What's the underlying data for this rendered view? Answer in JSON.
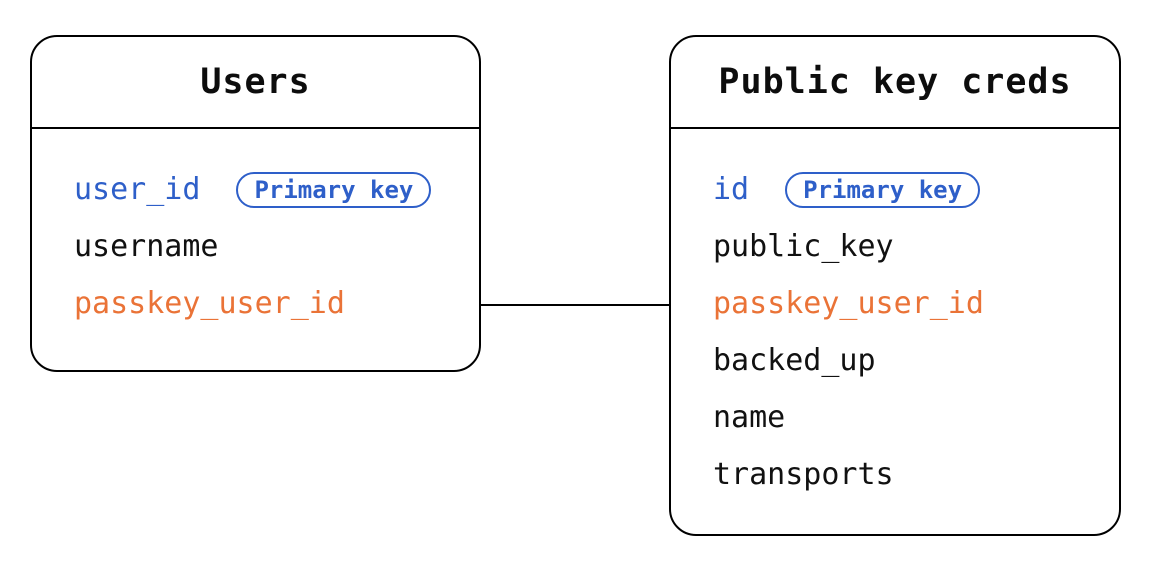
{
  "colors": {
    "primary_blue": "#2e5fc9",
    "foreign_key_orange": "#ea7337",
    "line_black": "#000000",
    "background": "#ffffff"
  },
  "tables": [
    {
      "title": "Users",
      "fields": [
        {
          "name": "user_id",
          "color": "blue",
          "badge": "Primary key"
        },
        {
          "name": "username",
          "color": "black"
        },
        {
          "name": "passkey_user_id",
          "color": "orange"
        }
      ]
    },
    {
      "title": "Public key creds",
      "fields": [
        {
          "name": "id",
          "color": "blue",
          "badge": "Primary key"
        },
        {
          "name": "public_key",
          "color": "black"
        },
        {
          "name": "passkey_user_id",
          "color": "orange"
        },
        {
          "name": "backed_up",
          "color": "black"
        },
        {
          "name": "name",
          "color": "black"
        },
        {
          "name": "transports",
          "color": "black"
        }
      ]
    }
  ],
  "relationship": {
    "from": "Users.passkey_user_id",
    "to": "Public key creds.passkey_user_id"
  }
}
